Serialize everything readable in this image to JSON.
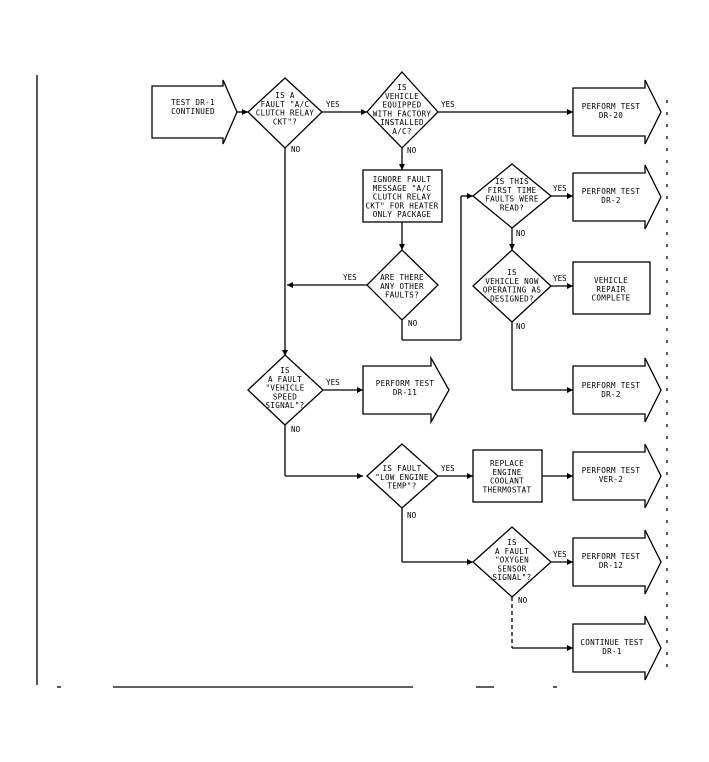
{
  "labels": {
    "yes": "YES",
    "no": "NO"
  },
  "nodes": {
    "start": {
      "lines": [
        "TEST DR-1",
        "CONTINUED"
      ]
    },
    "d_clutch": {
      "lines": [
        "IS A",
        "FAULT \"A/C",
        "CLUTCH RELAY",
        "CKT\"?"
      ]
    },
    "d_equipped": {
      "lines": [
        "IS",
        "VEHICLE",
        "EQUIPPED",
        "WITH FACTORY",
        "INSTALLED",
        "A/C?"
      ]
    },
    "t_dr20": {
      "lines": [
        "PERFORM TEST",
        "DR-20"
      ]
    },
    "ignore": {
      "lines": [
        "IGNORE FAULT",
        "MESSAGE \"A/C",
        "CLUTCH RELAY",
        "CKT\" FOR HEATER",
        "ONLY PACKAGE"
      ]
    },
    "d_first": {
      "lines": [
        "IS THIS",
        "FIRST TIME",
        "FAULTS WERE",
        "READ?"
      ]
    },
    "t_dr2a": {
      "lines": [
        "PERFORM TEST",
        "DR-2"
      ]
    },
    "d_other": {
      "lines": [
        "ARE THERE",
        "ANY OTHER",
        "FAULTS?"
      ]
    },
    "d_operating": {
      "lines": [
        "IS",
        "VEHICLE NOW",
        "OPERATING AS",
        "DESIGNED?"
      ]
    },
    "repair": {
      "lines": [
        "VEHICLE",
        "REPAIR",
        "COMPLETE"
      ]
    },
    "d_speed": {
      "lines": [
        "IS",
        "A FAULT",
        "\"VEHICLE",
        "SPEED",
        "SIGNAL\"?"
      ]
    },
    "t_dr11": {
      "lines": [
        "PERFORM TEST",
        "DR-11"
      ]
    },
    "t_dr2b": {
      "lines": [
        "PERFORM TEST",
        "DR-2"
      ]
    },
    "d_low": {
      "lines": [
        "IS FAULT",
        "\"LOW ENGINE",
        "TEMP\"?"
      ]
    },
    "replace": {
      "lines": [
        "REPLACE",
        "ENGINE",
        "COOLANT",
        "THERMOSTAT"
      ]
    },
    "t_ver2": {
      "lines": [
        "PERFORM TEST",
        "VER-2"
      ]
    },
    "d_oxygen": {
      "lines": [
        "IS",
        "A FAULT",
        "\"OXYGEN",
        "SENSOR",
        "SIGNAL\"?"
      ]
    },
    "t_dr12": {
      "lines": [
        "PERFORM TEST",
        "DR-12"
      ]
    },
    "t_cont": {
      "lines": [
        "CONTINUE TEST",
        "DR-1"
      ]
    }
  }
}
